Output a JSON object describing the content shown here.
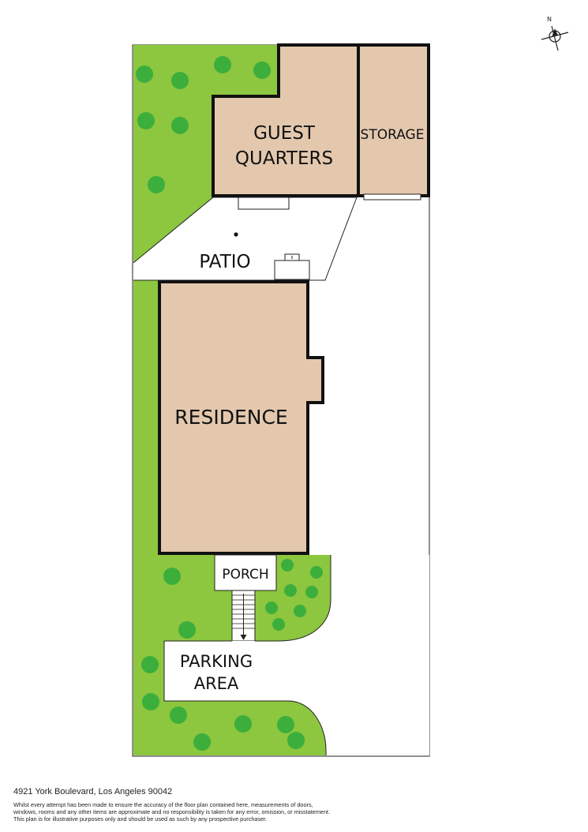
{
  "compass": {
    "label": "N",
    "icon": "north-arrow-icon"
  },
  "rooms": {
    "guest_quarters_line1": "GUEST",
    "guest_quarters_line2": "QUARTERS",
    "storage": "STORAGE",
    "patio": "PATIO",
    "residence": "RESIDENCE",
    "porch": "PORCH",
    "parking_line1": "PARKING",
    "parking_line2": "AREA"
  },
  "colors": {
    "lawn": "#8dc63f",
    "tree": "#3cae3c",
    "room_fill": "#e3c8ae",
    "wall": "#111111",
    "hardscape": "#ffffff"
  },
  "footer": {
    "address": "4921 York Boulevard, Los Angeles 90042",
    "disclaimer_line1": "Whilst every attempt has been made to ensure the accuracy of the floor plan contained here, measurements of doors,",
    "disclaimer_line2": "windows, rooms and any other items are approximate and no responsibility is taken for any error, omission, or misstatement.",
    "disclaimer_line3": "This plan is for illustrative purposes only and should be used as such by any prospective purchaser."
  }
}
